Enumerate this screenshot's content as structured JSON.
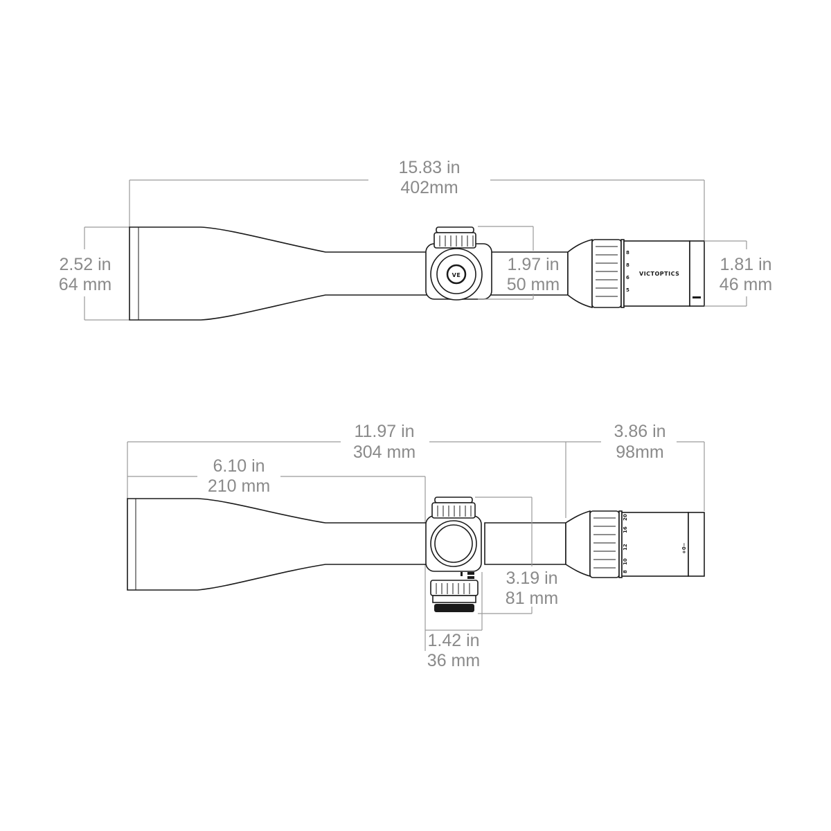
{
  "top_view": {
    "overall_length": {
      "inch": "15.83 in",
      "metric": "402mm"
    },
    "objective_diameter": {
      "inch": "2.52 in",
      "metric": "64 mm"
    },
    "turret_height": {
      "inch": "1.97 in",
      "metric": "50 mm"
    },
    "eyepiece_diameter": {
      "inch": "1.81 in",
      "metric": "46 mm"
    },
    "brand_mark": "VICTOPTICS",
    "logo_mark": "VE",
    "parallax_marks": [
      "5",
      "6",
      "8",
      "8"
    ]
  },
  "side_view": {
    "body_length": {
      "inch": "11.97 in",
      "metric": "304 mm"
    },
    "objective_to_turret": {
      "inch": "6.10 in",
      "metric": "210 mm"
    },
    "eyepiece_length": {
      "inch": "3.86 in",
      "metric": "98mm"
    },
    "turret_height": {
      "inch": "3.19 in",
      "metric": "81 mm"
    },
    "turret_width": {
      "inch": "1.42 in",
      "metric": "36 mm"
    },
    "diopter_mark": "+0−",
    "magnification_marks": [
      "8",
      "10",
      "12",
      "16",
      "20"
    ]
  }
}
